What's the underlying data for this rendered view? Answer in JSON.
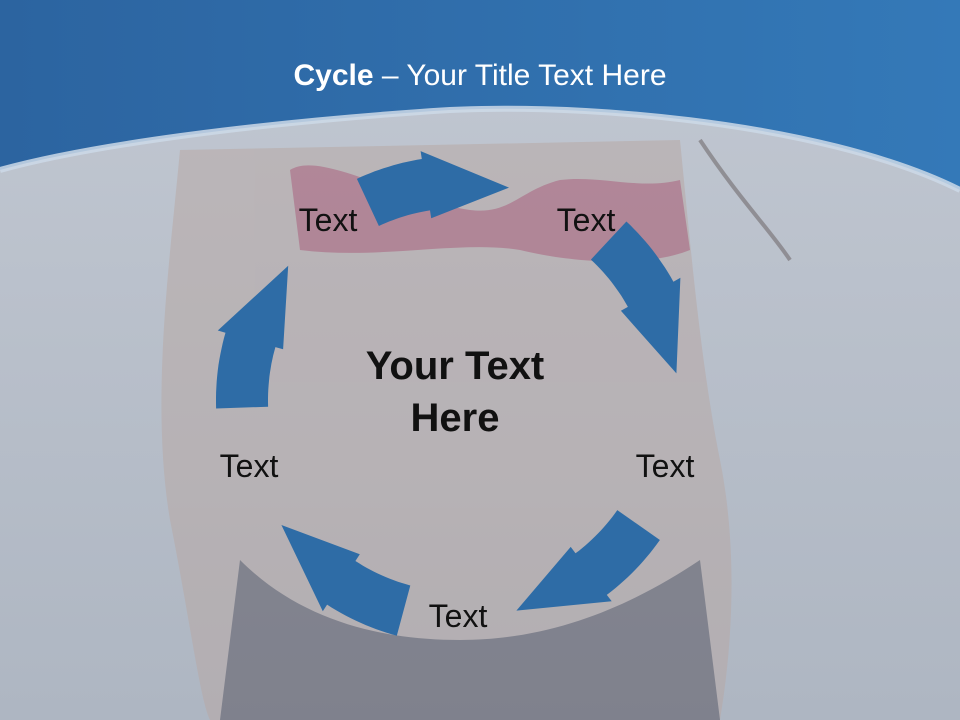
{
  "title": {
    "bold": "Cycle",
    "rest": " – Your Title Text Here"
  },
  "center_text": {
    "line1": "Your Text",
    "line2": "Here"
  },
  "nodes": [
    {
      "label": "Text"
    },
    {
      "label": "Text"
    },
    {
      "label": "Text"
    },
    {
      "label": "Text"
    },
    {
      "label": "Text"
    }
  ],
  "colors": {
    "header": "#2f6ca7",
    "arrow": "#2e6ca6",
    "title_text": "#ffffff",
    "label_text": "#111111"
  }
}
